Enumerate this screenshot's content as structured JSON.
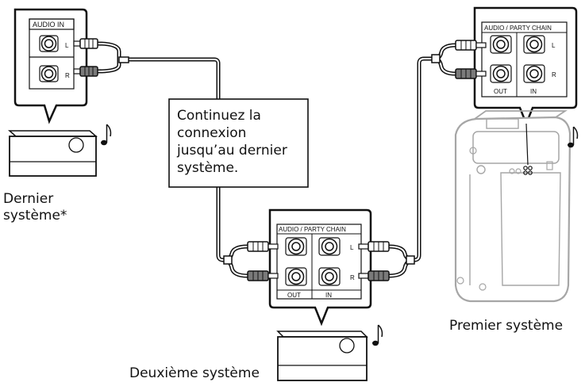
{
  "labels": {
    "callout": [
      "Continuez la",
      "connexion",
      "jusqu’au dernier",
      "système."
    ],
    "last_system": [
      "Dernier",
      "système*"
    ],
    "second_system": "Deuxième système",
    "first_system": "Premier système"
  },
  "panels": {
    "last": {
      "title": "AUDIO  IN",
      "left": "L",
      "right": "R"
    },
    "middle": {
      "title": "AUDIO / PARTY CHAIN",
      "left": "L",
      "right": "R",
      "out": "OUT",
      "in": "IN"
    },
    "first": {
      "title": "AUDIO / PARTY CHAIN",
      "left": "L",
      "right": "R",
      "out": "OUT",
      "in": "IN"
    }
  },
  "icons": {
    "note": "music-note-icon",
    "device": "audio-receiver-icon",
    "speaker": "party-speaker-icon"
  },
  "colors": {
    "line": "#111111",
    "plug_white": "#ffffff",
    "plug_gray": "#7a7a7a",
    "speaker_gray": "#a6a6a6"
  }
}
